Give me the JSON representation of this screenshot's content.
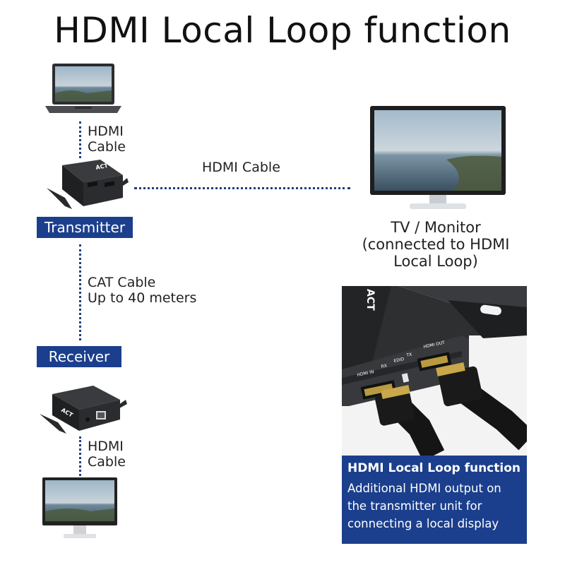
{
  "title": "HDMI Local Loop function",
  "cable_top": [
    "HDMI",
    "Cable"
  ],
  "cable_horizontal": "HDMI Cable",
  "transmitter_label": "Transmitter",
  "cat_cable": [
    "CAT Cable",
    "Up to 40 meters"
  ],
  "receiver_label": "Receiver",
  "cable_bottom": [
    "HDMI",
    "Cable"
  ],
  "tv_caption": [
    "TV / Monitor",
    "(connected to HDMI",
    "Local Loop)"
  ],
  "photo_logo": "ACT",
  "photo_ports": [
    "HDMI IN",
    "RX",
    "EDID",
    "TX",
    "HDMI OUT"
  ],
  "info_box": {
    "title": "HDMI Local Loop function",
    "lines": [
      "Additional HDMI output on",
      "the transmitter unit for",
      "connecting a local display"
    ]
  },
  "colors": {
    "accent": "#1b3f8c",
    "dots": "#1f3f7a"
  }
}
